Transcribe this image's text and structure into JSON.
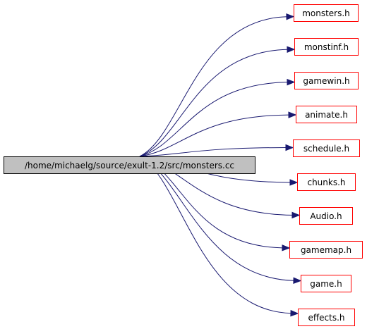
{
  "graph": {
    "root": {
      "label": "/home/michaelg/source/exult-1.2/src/monsters.cc"
    },
    "colors": {
      "root_fill": "#c0c0c0",
      "root_border": "#000000",
      "node_border": "#ff0000",
      "edge": "#191970"
    },
    "includes": [
      {
        "label": "monsters.h"
      },
      {
        "label": "monstinf.h"
      },
      {
        "label": "gamewin.h"
      },
      {
        "label": "animate.h"
      },
      {
        "label": "schedule.h"
      },
      {
        "label": "chunks.h"
      },
      {
        "label": "Audio.h"
      },
      {
        "label": "gamemap.h"
      },
      {
        "label": "game.h"
      },
      {
        "label": "effects.h"
      }
    ]
  }
}
